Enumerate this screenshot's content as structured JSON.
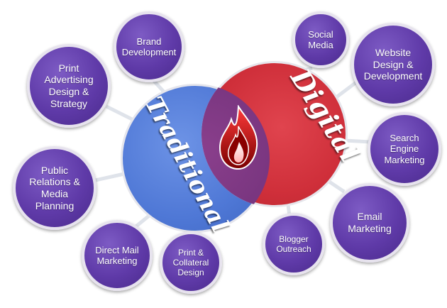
{
  "diagram": {
    "left_circle": {
      "label": "Traditional",
      "color": "#4f78d6"
    },
    "right_circle": {
      "label": "Digital",
      "color": "#cf2f3a"
    },
    "center_icon": "flame-logo",
    "node_color": "#5f3aa8",
    "traditional_services": [
      {
        "label": "Brand\nDevelopment"
      },
      {
        "label": "Print\nAdvertising\nDesign &\nStrategy"
      },
      {
        "label": "Public\nRelations &\nMedia\nPlanning"
      },
      {
        "label": "Direct Mail\nMarketing"
      },
      {
        "label": "Print &\nCollateral\nDesign"
      }
    ],
    "digital_services": [
      {
        "label": "Social\nMedia"
      },
      {
        "label": "Website\nDesign &\nDevelopment"
      },
      {
        "label": "Search\nEngine\nMarketing"
      },
      {
        "label": "Email\nMarketing"
      },
      {
        "label": "Blogger\nOutreach"
      }
    ]
  }
}
